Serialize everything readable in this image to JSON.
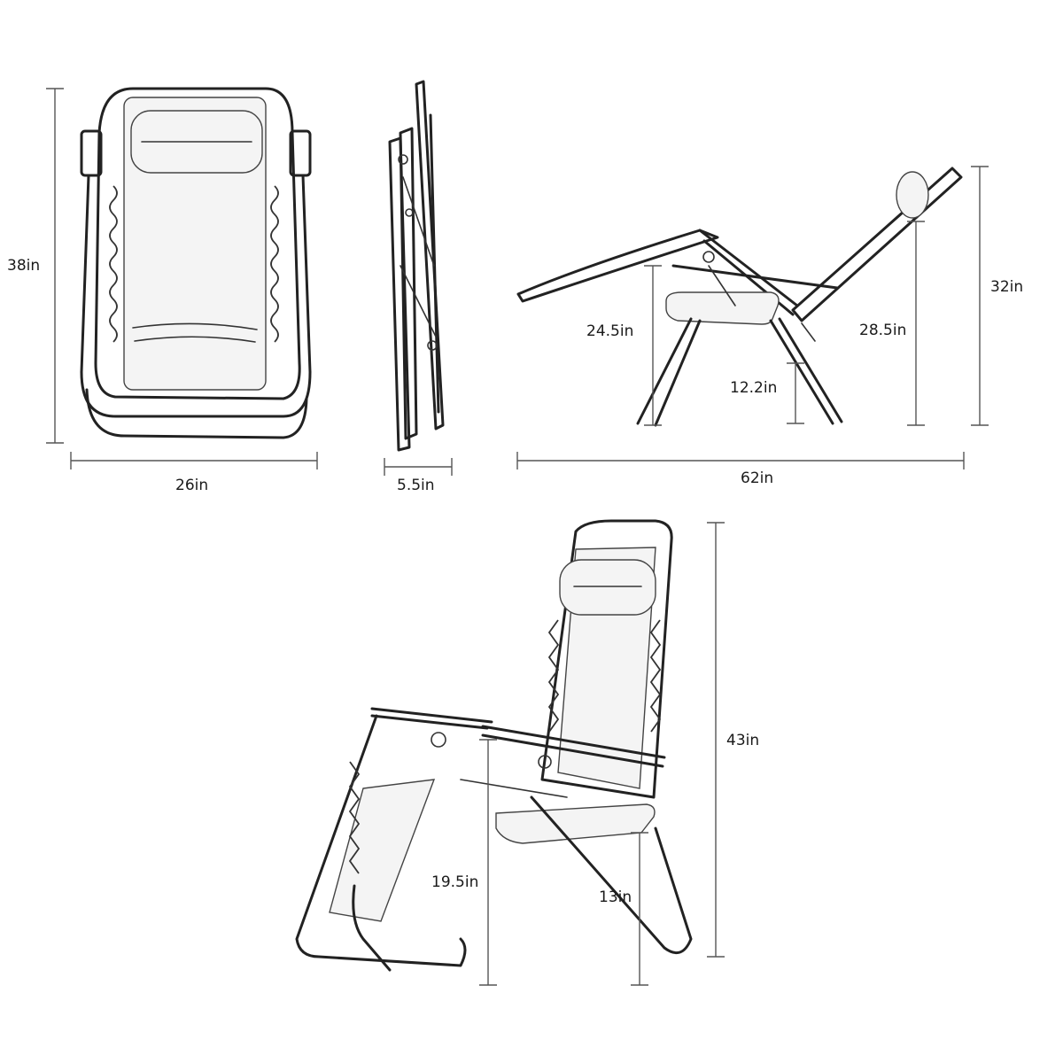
{
  "dimensions": {
    "front_height": "38in",
    "front_width": "26in",
    "folded_depth": "5.5in",
    "reclined_headrest_height": "32in",
    "reclined_back_height": "28.5in",
    "reclined_armrest_height": "24.5in",
    "reclined_seat_height": "12.2in",
    "reclined_length": "62in",
    "upright_height": "43in",
    "upright_armrest_height": "19.5in",
    "upright_seat_height": "13in"
  }
}
